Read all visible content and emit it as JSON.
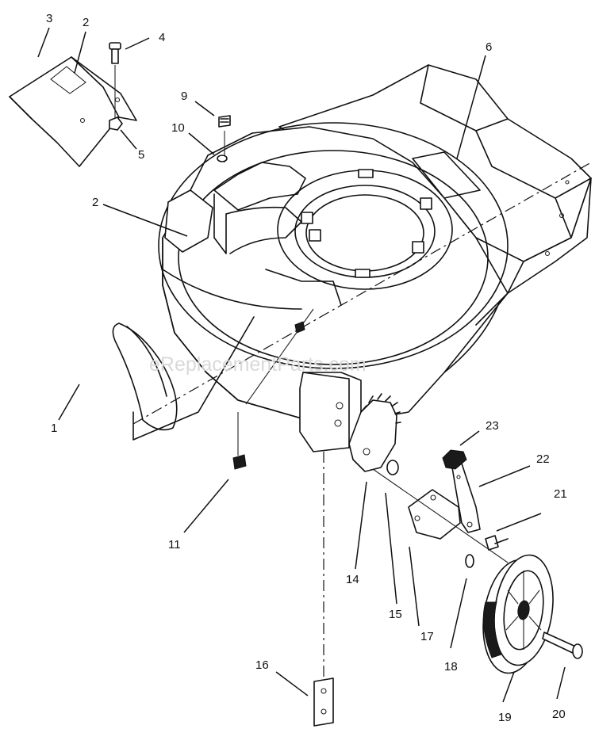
{
  "watermark": "eReplacementParts.com",
  "callouts": {
    "c1": "1",
    "c2a": "2",
    "c2b": "2",
    "c3": "3",
    "c4": "4",
    "c5": "5",
    "c6": "6",
    "c9": "9",
    "c10": "10",
    "c11": "11",
    "c14": "14",
    "c15": "15",
    "c16": "16",
    "c17": "17",
    "c18": "18",
    "c19": "19",
    "c20": "20",
    "c21": "21",
    "c22": "22",
    "c23": "23"
  }
}
